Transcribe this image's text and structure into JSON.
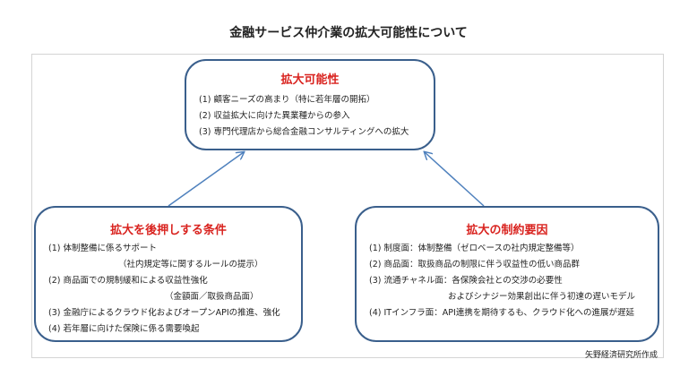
{
  "title": "金融サービス仲介業の拡大可能性について",
  "top_box": {
    "heading": "拡大可能性",
    "items": [
      "(1) 顧客ニーズの高まり（特に若年層の開拓）",
      "(2) 収益拡大に向けた異業種からの参入",
      "(3) 専門代理店から総合金融コンサルティングへの拡大"
    ]
  },
  "left_box": {
    "heading": "拡大を後押しする条件",
    "items": [
      "(1) 体制整備に係るサポート",
      "（社内規定等に関するルールの提示）",
      "(2) 商品面での規制緩和による収益性強化",
      "（金額面／取扱商品面）",
      "(3) 金融庁によるクラウド化およびオープンAPIの推進、強化",
      "(4) 若年層に向けた保険に係る需要喚起"
    ]
  },
  "right_box": {
    "heading": "拡大の制約要因",
    "items": [
      "(1) 制度面：体制整備（ゼロベースの社内規定整備等）",
      "(2) 商品面：取扱商品の制限に伴う収益性の低い商品群",
      "(3) 流通チャネル面：各保険会社との交渉の必要性",
      "およびシナジー効果創出に伴う初速の遅いモデル",
      "(4) ITインフラ面：API連携を期待するも、クラウド化への進展が遅延"
    ]
  },
  "source": "矢野経済研究所作成",
  "colors": {
    "heading": "#d9231f",
    "box_border": "#3a5f8c",
    "arrow": "#4f81bd"
  }
}
